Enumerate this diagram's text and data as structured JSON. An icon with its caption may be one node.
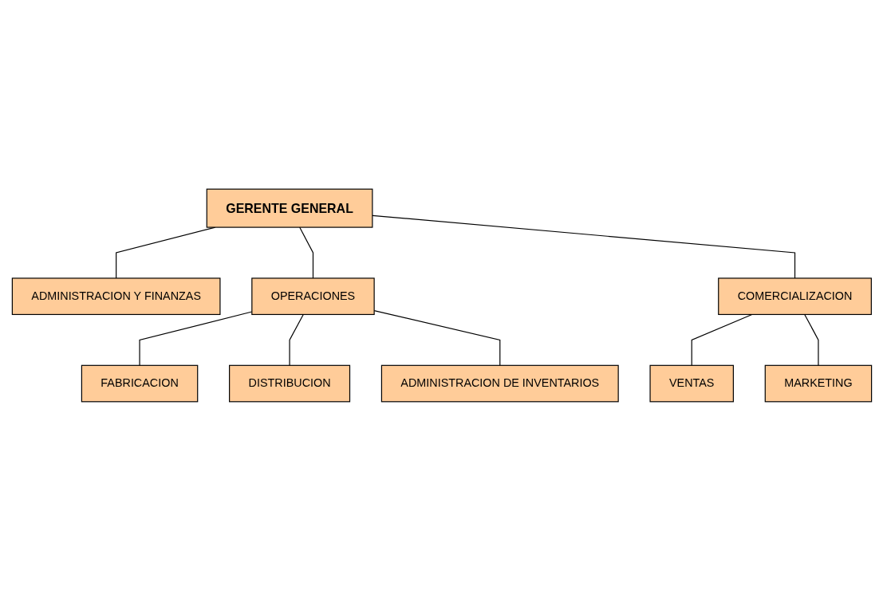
{
  "diagram": {
    "nodes": [
      {
        "text": [
          "GERENTE GENERAL"
        ]
      },
      {
        "text": [
          "ADMINISTRACION Y FINANZAS"
        ]
      },
      {
        "text": [
          "OPERACIONES"
        ]
      },
      {
        "text": [
          "COMERCIALIZACION"
        ]
      },
      {
        "text": [
          "FABRICACION"
        ]
      },
      {
        "text": [
          "DISTRIBUCION"
        ]
      },
      {
        "text": [
          "ADMINISTRACION DE INVENTARIOS"
        ]
      },
      {
        "text": [
          "VENTAS"
        ]
      },
      {
        "text": [
          "MARKETING"
        ]
      }
    ],
    "edges": [
      {
        "from": 0,
        "to": 1,
        "arrow": "none"
      },
      {
        "from": 0,
        "to": 2,
        "arrow": "none"
      },
      {
        "from": 0,
        "to": 3,
        "arrow": "none"
      },
      {
        "from": 2,
        "to": 4,
        "arrow": "none"
      },
      {
        "from": 2,
        "to": 5,
        "arrow": "none"
      },
      {
        "from": 2,
        "to": 6,
        "arrow": "none"
      },
      {
        "from": 3,
        "to": 7,
        "arrow": "none"
      },
      {
        "from": 3,
        "to": 8,
        "arrow": "none"
      }
    ]
  }
}
